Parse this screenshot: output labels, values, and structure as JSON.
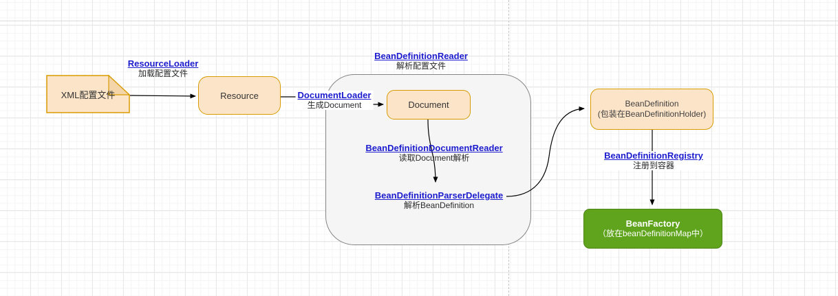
{
  "diagram": {
    "title_hint": "Spring XML BeanDefinition loading flow",
    "nodes": {
      "xml_file": {
        "label": "XML配置文件"
      },
      "resource": {
        "label": "Resource"
      },
      "document": {
        "label": "Document"
      },
      "bean_definition": {
        "line1": "BeanDefinition",
        "line2": "(包装在BeanDefinitionHolder)"
      },
      "bean_factory": {
        "line1": "BeanFactory",
        "line2": "（放在beanDefinitionMap中）"
      }
    },
    "labels": {
      "resource_loader": {
        "link": "ResourceLoader",
        "desc": "加载配置文件"
      },
      "bean_definition_reader": {
        "link": "BeanDefinitionReader",
        "desc": "解析配置文件"
      },
      "document_loader": {
        "link": "DocumentLoader",
        "desc": "生成Document"
      },
      "bean_definition_document_reader": {
        "link": "BeanDefinitionDocumentReader",
        "desc": "读取Document解析"
      },
      "bean_definition_parser_delegate": {
        "link": "BeanDefinitionParserDelegate",
        "desc": "解析BeanDefinition"
      },
      "bean_definition_registry": {
        "link": "BeanDefinitionRegistry",
        "desc": "注册到容器"
      }
    },
    "colors": {
      "node_fill_orange": "#fce4c8",
      "node_stroke_orange": "#d79b00",
      "group_fill_gray": "#f5f5f5",
      "group_stroke_gray": "#848484",
      "bean_factory_fill_green": "#5fa41c",
      "bean_factory_stroke_green": "#4a8414",
      "link_blue": "#1c1cce",
      "arrow_black": "#000000",
      "grid_minor": "#f6f4f4",
      "grid_major": "#e9e7e7",
      "dashed_guide": "#c4c4c4"
    }
  }
}
